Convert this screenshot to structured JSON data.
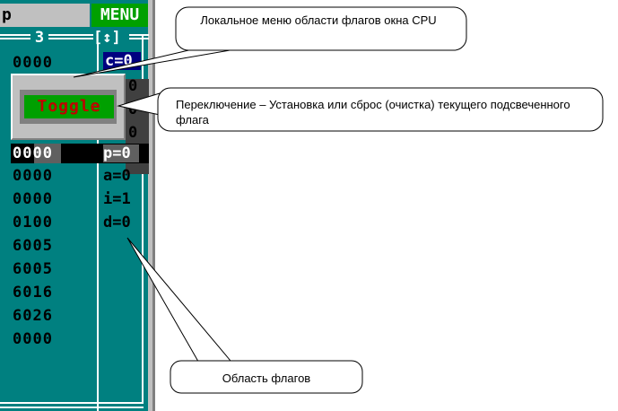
{
  "title_bar": {
    "left_text": "p",
    "menu_label": "MENU"
  },
  "pane": {
    "number": "3",
    "arrow_marker": "[↕]"
  },
  "registers": [
    "0000",
    "0000",
    "0100",
    "6005",
    "6005",
    "6016",
    "6026",
    "0000"
  ],
  "top_register": "0000",
  "highlight_register": "0000",
  "flags": {
    "c": {
      "label": "c=0"
    },
    "p": {
      "label": "p=0"
    },
    "a": {
      "label": "a=0"
    },
    "i": {
      "label": "i=1"
    },
    "d": {
      "label": "d=0"
    },
    "hidden_values": [
      "0",
      "0",
      "0"
    ]
  },
  "popup": {
    "toggle_label": "Toggle"
  },
  "callouts": {
    "local_menu": "Локальное меню области флагов окна CPU",
    "toggle": "Переключение – Установка или сброс (очистка) текущего подсвеченного флага",
    "flags_area": "Область флагов"
  },
  "colors": {
    "teal": "#008080",
    "menu_green": "#00a000",
    "toggle_red": "#c00000",
    "selection_blue": "#000080"
  }
}
